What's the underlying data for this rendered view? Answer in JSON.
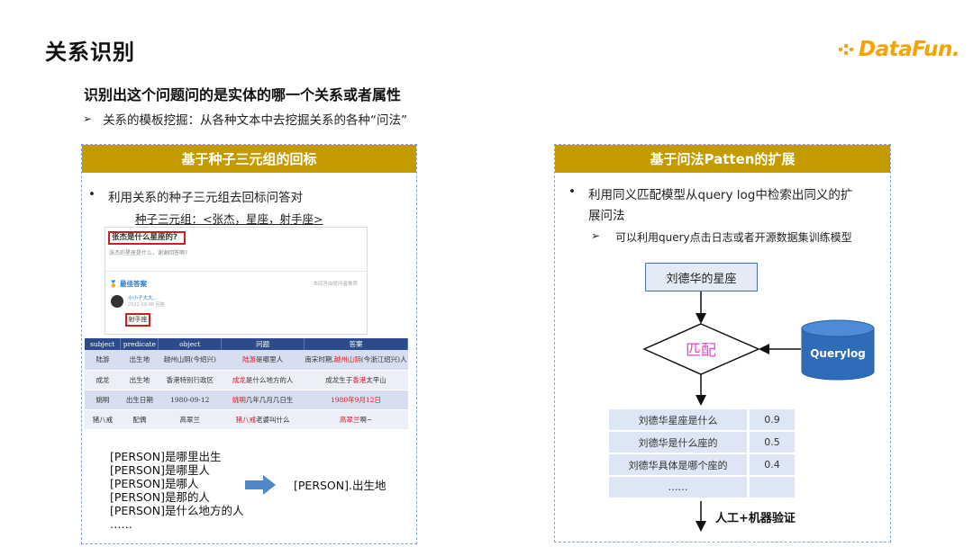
{
  "slide": {
    "title": "关系识别",
    "subtitle": "识别出这个问题问的是实体的哪一个关系或者属性",
    "bullet_marker": "➢",
    "bullet": "关系的模板挖掘：从各种文本中去挖掘关系的各种“问法”"
  },
  "logo": {
    "text": "DataFun.",
    "accent_color": "#f5a300"
  },
  "left_panel": {
    "header": "基于种子三元组的回标",
    "bullet_marker": "•",
    "bullet": "利用关系的种子三元组去回标问答对",
    "seed_triple": "种子三元组：<张杰，星座，射手座>",
    "qa_card": {
      "question": "张杰是什么星座的?",
      "question_detail": "张杰的星座是什么，谢谢回答啊?",
      "best_answer_label": "最佳答案",
      "side_note": "本回答由提问者推荐",
      "user_name": "小小子大大...",
      "answer_date": "2021-09-08 回答",
      "answer": "射手座"
    },
    "table": {
      "columns": [
        "subject",
        "predicate",
        "object",
        "问题",
        "答案"
      ],
      "rows": [
        {
          "subject": "陆游",
          "predicate": "出生地",
          "object": "越州山阴(今绍兴)",
          "question": [
            {
              "t": "陆游",
              "r": true
            },
            {
              "t": "是哪里人",
              "r": false
            }
          ],
          "answer": [
            {
              "t": "南宋时期,",
              "r": false
            },
            {
              "t": "越州山阴",
              "r": true
            },
            {
              "t": "(今浙江绍兴)人",
              "r": false
            }
          ]
        },
        {
          "subject": "成龙",
          "predicate": "出生地",
          "object": "香港特别行政区",
          "question": [
            {
              "t": "成龙",
              "r": true
            },
            {
              "t": "是什么地方的人",
              "r": false
            }
          ],
          "answer": [
            {
              "t": "成龙生于",
              "r": false
            },
            {
              "t": "香港",
              "r": true
            },
            {
              "t": "太平山",
              "r": false
            }
          ]
        },
        {
          "subject": "姚明",
          "predicate": "出生日期",
          "object": "1980-09-12",
          "question": [
            {
              "t": "姚明",
              "r": true
            },
            {
              "t": "几年几月几日生",
              "r": false
            }
          ],
          "answer": [
            {
              "t": "1980年9月12日",
              "r": true
            }
          ]
        },
        {
          "subject": "猪八戒",
          "predicate": "配偶",
          "object": "高翠兰",
          "question": [
            {
              "t": "猪八戒",
              "r": true
            },
            {
              "t": "老婆叫什么",
              "r": false
            }
          ],
          "answer": [
            {
              "t": "高翠兰",
              "r": true
            },
            {
              "t": "啊~",
              "r": false
            }
          ]
        }
      ]
    },
    "patterns": [
      "[PERSON]是哪里出生",
      "[PERSON]是哪里人",
      "[PERSON]是哪人",
      "[PERSON]是那的人",
      "[PERSON]是什么地方的人",
      "……"
    ],
    "mapped_relation": "[PERSON].出生地"
  },
  "right_panel": {
    "header": "基于问法Patten的扩展",
    "bullet_marker": "•",
    "bullet_line1": "利用同义匹配模型从query log中检索出同义的扩",
    "bullet_line2": "展问法",
    "sub_marker": "➢",
    "sub_bullet": "可以利用query点击日志或者开源数据集训练模型",
    "flow": {
      "start_node": "刘德华的星座",
      "match_node": "匹配",
      "db_node": "Querylog",
      "results": [
        {
          "question": "刘德华星座是什么",
          "score": "0.9"
        },
        {
          "question": "刘德华是什么座的",
          "score": "0.5"
        },
        {
          "question": "刘德华具体是哪个座的",
          "score": "0.4"
        },
        {
          "question": "……",
          "score": ""
        }
      ],
      "verify_label": "人工+机器验证"
    }
  }
}
